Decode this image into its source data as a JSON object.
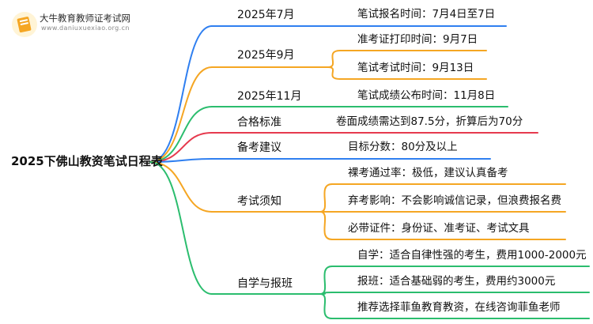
{
  "logo": {
    "name": "大牛教育教师证考试网",
    "url_text": "www.daniuxuexiao.org.cn",
    "icon": "book-icon"
  },
  "root": {
    "label": "2025下佛山教资笔试日程表"
  },
  "colors": {
    "blue": "#2f7ff0",
    "orange": "#f5a623",
    "green": "#2bbd6e",
    "red": "#e63a4e"
  },
  "branches": [
    {
      "label": "2025年7月",
      "color": "blue",
      "leaves": [
        "笔试报名时间：7月4日至7日"
      ]
    },
    {
      "label": "2025年9月",
      "color": "orange",
      "leaves": [
        "准考证打印时间：9月7日",
        "笔试考试时间：9月13日"
      ]
    },
    {
      "label": "2025年11月",
      "color": "green",
      "leaves": [
        "笔试成绩公布时间：11月8日"
      ]
    },
    {
      "label": "合格标准",
      "color": "red",
      "leaves": [
        "卷面成绩需达到87.5分，折算后为70分"
      ]
    },
    {
      "label": "备考建议",
      "color": "blue",
      "leaves": [
        "目标分数：80分及以上"
      ]
    },
    {
      "label": "考试须知",
      "color": "orange",
      "leaves": [
        "裸考通过率：极低，建议认真备考",
        "弃考影响：不会影响诚信记录，但浪费报名费",
        "必带证件：身份证、准考证、考试文具"
      ]
    },
    {
      "label": "自学与报班",
      "color": "green",
      "leaves": [
        "自学：适合自律性强的考生，费用1000-2000元",
        "报班：适合基础弱的考生，费用约3000元",
        "推荐选择菲鱼教育教资，在线咨询菲鱼老师"
      ]
    }
  ]
}
